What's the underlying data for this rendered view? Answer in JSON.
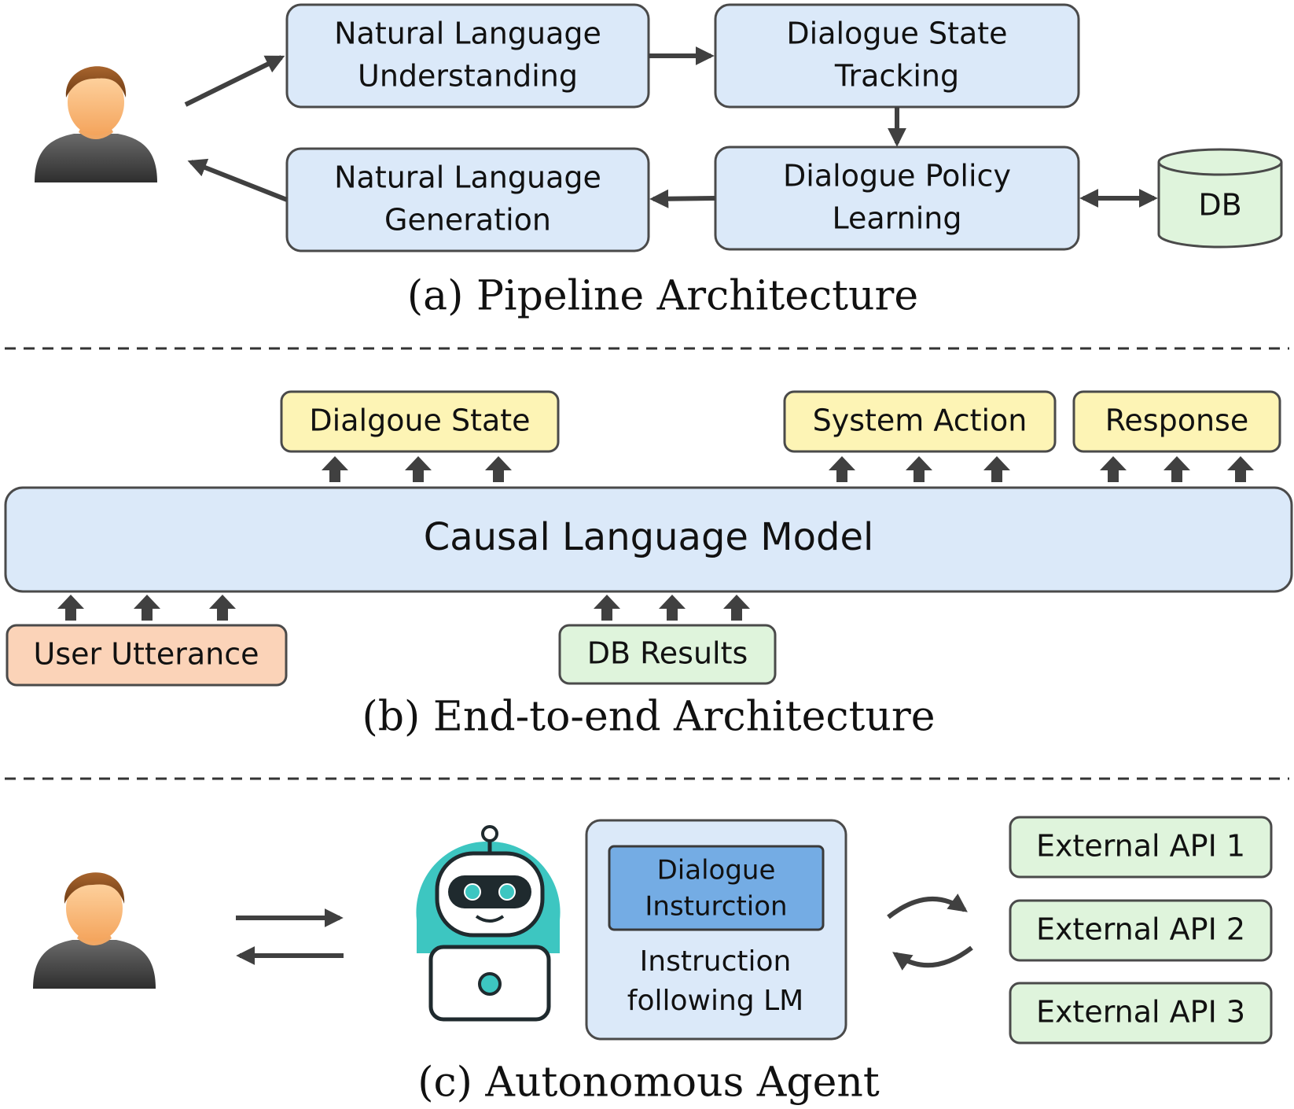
{
  "captions": {
    "a": "(a) Pipeline Architecture",
    "b": "(b) End-to-end Architecture",
    "c": "(c) Autonomous Agent"
  },
  "pipeline": {
    "nlu": [
      "Natural Language",
      "Understanding"
    ],
    "dst": [
      "Dialogue State",
      "Tracking"
    ],
    "dpl": [
      "Dialogue Policy",
      "Learning"
    ],
    "nlg": [
      "Natural Language",
      "Generation"
    ],
    "db": "DB"
  },
  "e2e": {
    "model": "Causal Language Model",
    "outputs": {
      "dialogue_state": "Dialgoue State",
      "system_action": "System Action",
      "response": "Response"
    },
    "inputs": {
      "user_utterance": "User Utterance",
      "db_results": "DB Results"
    }
  },
  "agent": {
    "instruction_box": [
      "Dialogue",
      "Insturction"
    ],
    "lm_label": [
      "Instruction",
      "following LM"
    ],
    "apis": [
      "External API 1",
      "External API 2",
      "External API 3"
    ]
  },
  "icons": {
    "user": "user-person-icon",
    "robot": "robot-laptop-icon",
    "database": "database-cylinder-icon",
    "cycle": "cycle-arrows-icon"
  },
  "colors": {
    "blue_fill": "#dbe9f9",
    "yellow_fill": "#fdf4b5",
    "green_fill": "#dff4dc",
    "peach_fill": "#fbd3b8",
    "dark_blue_fill": "#74ace4",
    "stroke": "#4a4a4a",
    "arrow": "#404040"
  }
}
